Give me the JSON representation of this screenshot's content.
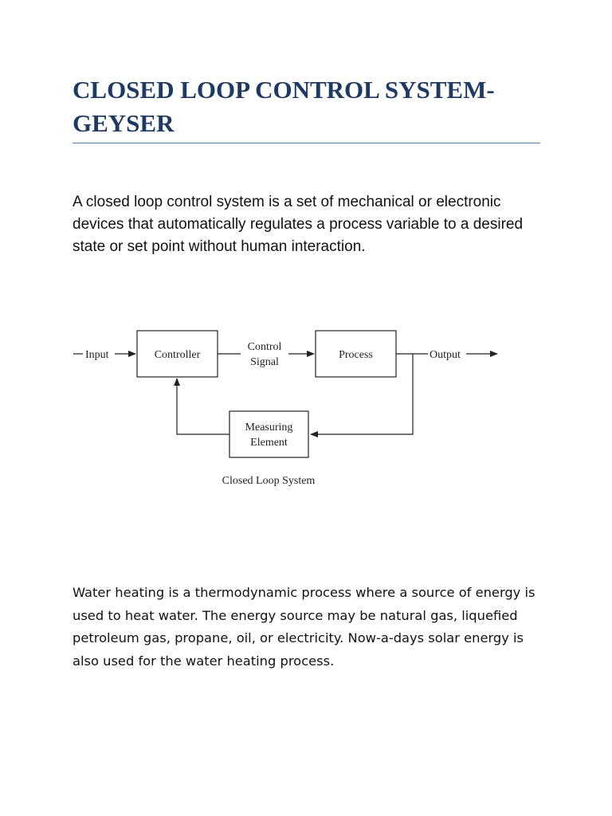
{
  "document": {
    "title": "CLOSED LOOP CONTROL SYSTEM-GEYSER",
    "intro": "A closed loop control system is a set of mechanical or electronic devices that automatically regulates a process variable to a desired state or set point without human interaction.",
    "paragraph": "Water heating is a thermodynamic process where a source of energy is used to heat water. The energy source may be natural gas, liquefied petroleum gas, propane, oil, or electricity. Now-a-days solar energy is also used for the water heating process."
  },
  "diagram": {
    "input_label": "Input",
    "controller_label": "Controller",
    "control_signal_line1": "Control",
    "control_signal_line2": "Signal",
    "process_label": "Process",
    "output_label": "Output",
    "measuring_line1": "Measuring",
    "measuring_line2": "Element",
    "caption": "Closed Loop System"
  }
}
